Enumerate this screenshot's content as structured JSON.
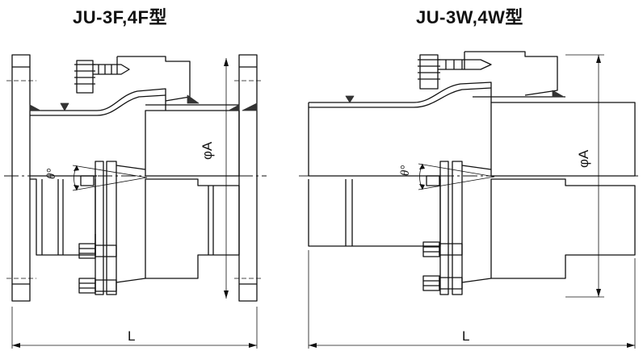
{
  "titles": {
    "left": "JU-3F,4F型",
    "right": "JU-3W,4W型"
  },
  "labels": {
    "diameter": "φA",
    "length": "L",
    "angle": "θ°"
  },
  "colors": {
    "ink": "#111111",
    "hatch": "#333333",
    "paper": "#ffffff"
  }
}
